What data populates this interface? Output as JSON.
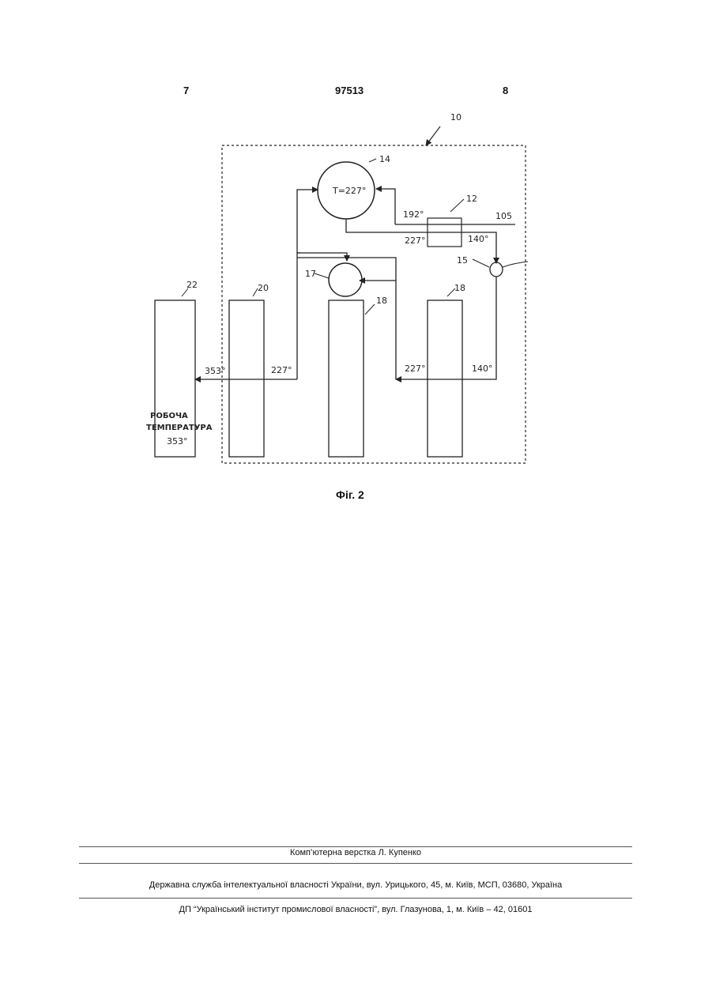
{
  "header": {
    "page_left": "7",
    "patent_number": "97513",
    "page_right": "8"
  },
  "figure": {
    "caption": "Фіг. 2",
    "labels": {
      "ref_10": "10",
      "ref_14": "14",
      "ref_12": "12",
      "ref_15": "15",
      "ref_17": "17",
      "ref_18_top": "18",
      "ref_18_col": "18",
      "ref_20": "20",
      "ref_22": "22",
      "ref_105": "105",
      "temp_t": "T=227°",
      "t_192": "192°",
      "t_227_hx": "227°",
      "t_140_hx": "140°",
      "t_353": "353°",
      "t_227_left": "227°",
      "t_227_right": "227°",
      "t_140_bottom": "140°",
      "robocha": "РОБОЧА",
      "temperatura": "ТЕМПЕРАТУРА",
      "t_353_work": "353°"
    }
  },
  "footer": {
    "layout": "Комп’ютерна верстка Л. Купенко",
    "service": "Державна служба інтелектуальної власності України, вул. Урицького, 45, м. Київ, МСП, 03680, Україна",
    "institute": "ДП “Український інститут промислової власності”, вул. Глазунова, 1, м. Київ – 42, 01601"
  }
}
